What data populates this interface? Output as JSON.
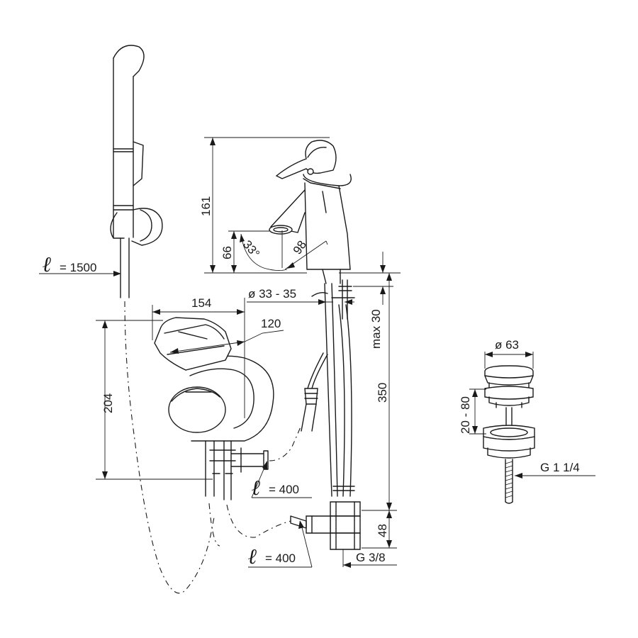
{
  "dimensions": {
    "hose_length_handshower": "= 1500",
    "ell_symbol": "ℓ",
    "width_154": "154",
    "width_120": "120",
    "height_204": "204",
    "height_161": "161",
    "height_66": "66",
    "angle_33": "33°",
    "reach_98": "98",
    "hole_diameter": "ø 33 - 35",
    "max_thickness": "max 30",
    "height_350": "350",
    "height_48": "48",
    "thread_g38": "G 3/8",
    "hose_length_1": "= 400",
    "hose_length_2": "= 400",
    "waste_diameter": "ø 63",
    "waste_range": "20 - 80",
    "thread_g114": "G 1 1/4"
  }
}
